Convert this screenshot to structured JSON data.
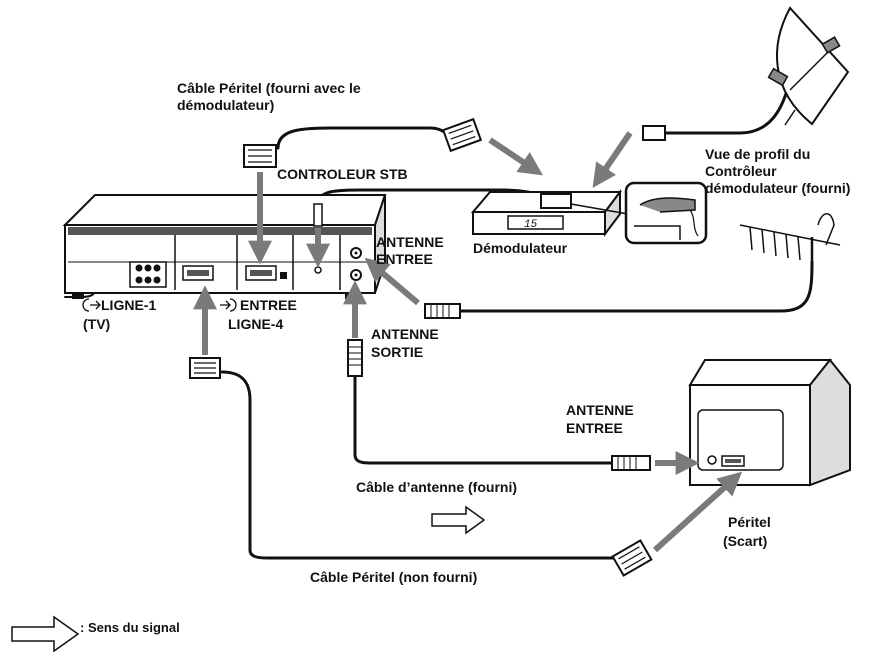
{
  "labels": {
    "cable_peritel_top": "Câble Péritel (fourni avec le démodulateur)",
    "controleur_stb": "CONTROLEUR STB",
    "vue_profil": "Vue de profil du Contrôleur démodulateur (fourni)",
    "antenne_entree_vcr_1": "ANTENNE",
    "antenne_entree_vcr_2": "ENTREE",
    "demodulateur": "Démodulateur",
    "demod_display": "15",
    "ligne1": "LIGNE-1",
    "tv": "(TV)",
    "entree": "ENTREE",
    "ligne4": "LIGNE-4",
    "antenne_sortie_1": "ANTENNE",
    "antenne_sortie_2": "SORTIE",
    "antenne_entree_tv_1": "ANTENNE",
    "antenne_entree_tv_2": "ENTREE",
    "cable_antenne": "Câble d’antenne (fourni)",
    "peritel": "Péritel",
    "scart": "(Scart)",
    "cable_peritel_bottom": "Câble Péritel (non fourni)",
    "legend_signal": ": Sens du signal"
  },
  "colors": {
    "line": "#111111",
    "arrow": "#7a7a7a",
    "device_fill": "#ffffff",
    "device_shade": "#d9d9d9"
  },
  "icons": {
    "vcr": "vcr-device-icon",
    "demodulator": "set-top-box-icon",
    "satellite": "satellite-dish-icon",
    "aerial": "tv-antenna-icon",
    "tv": "television-icon",
    "signal": "signal-direction-arrow-icon"
  }
}
